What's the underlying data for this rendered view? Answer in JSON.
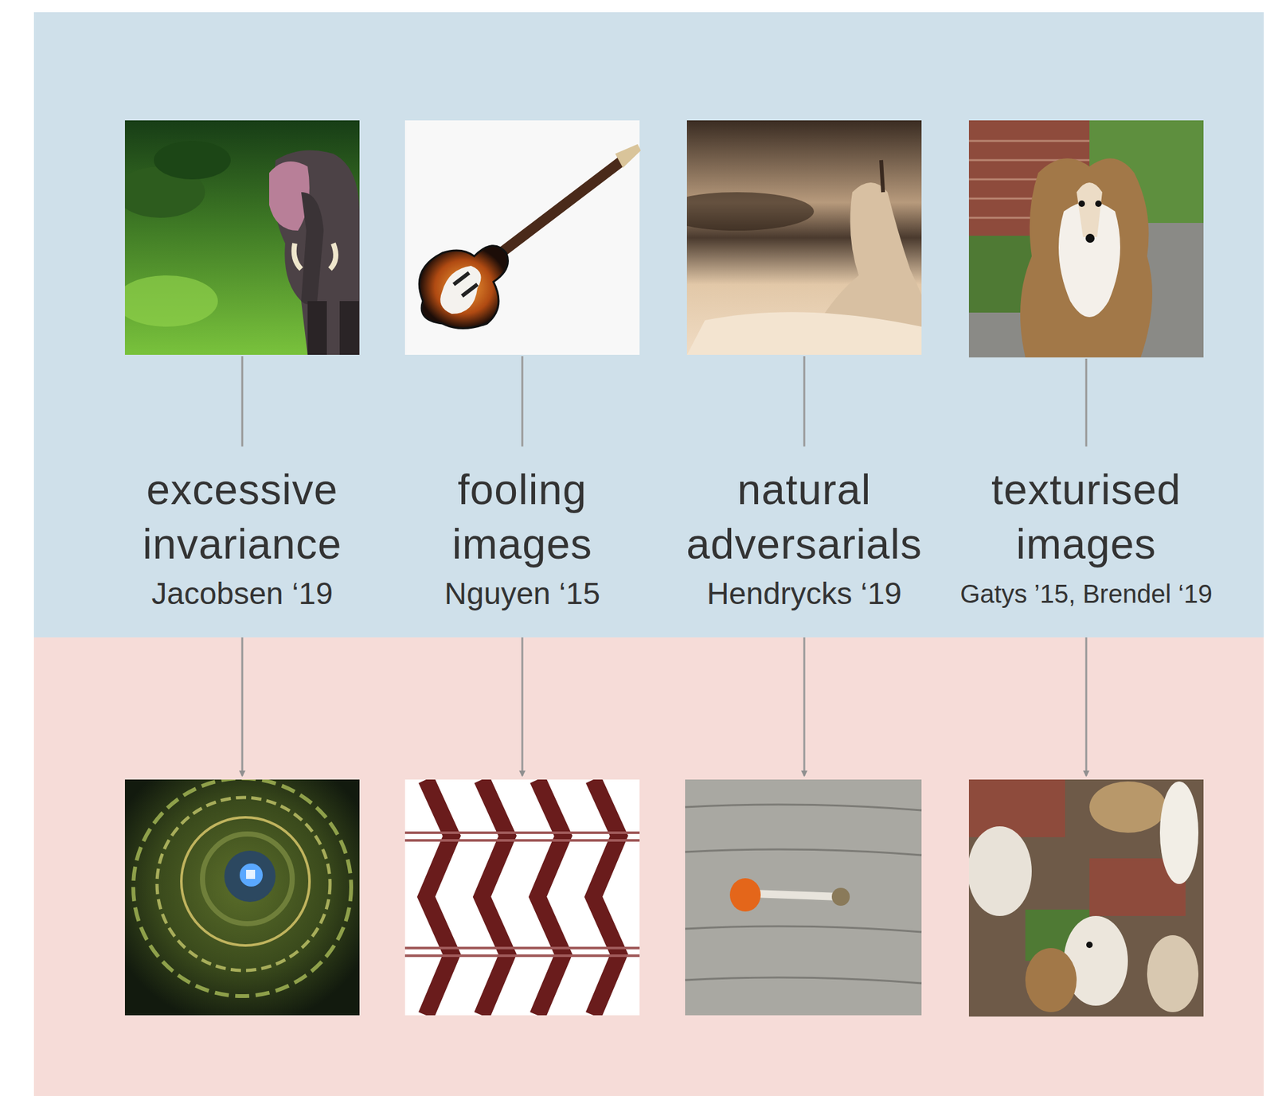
{
  "diagram": {
    "nodes": [
      {
        "text": [
          "excessive invariance",
          "Jacobsen ‘19"
        ]
      },
      {
        "text": [
          "fooling images",
          "Nguyen ‘15"
        ]
      },
      {
        "text": [
          "natural adversarials",
          "Hendrycks ‘19"
        ]
      },
      {
        "text": [
          "texturised images",
          "Gatys ’15, Brendel ‘19"
        ]
      }
    ]
  }
}
